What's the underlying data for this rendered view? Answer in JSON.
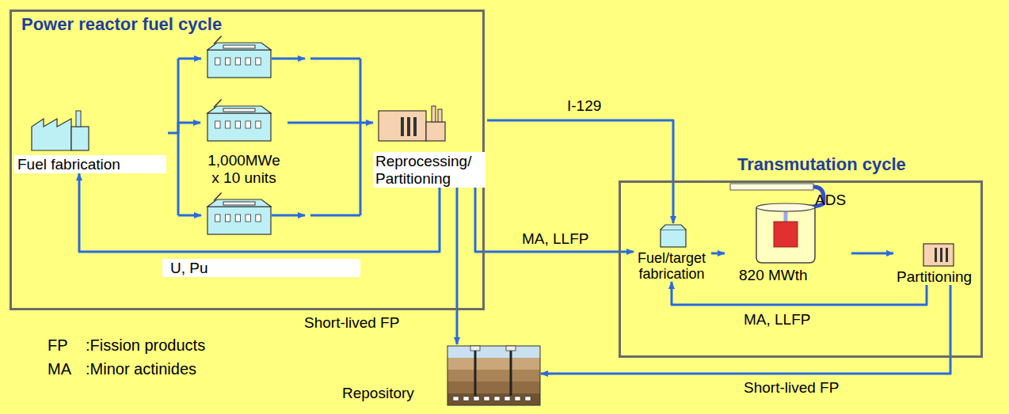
{
  "diagram": {
    "nodes": [
      {
        "text": [
          "Power reactor fuel cycle"
        ]
      },
      {
        "text": [
          "Fuel fabrication"
        ],
        "in": 0
      },
      {
        "text": [
          "1,000MWe x 10 units"
        ],
        "in": 0
      },
      {
        "text": [
          "Reprocessing/ Partitioning"
        ],
        "in": 0
      },
      {
        "text": [
          "Transmutation cycle"
        ]
      },
      {
        "text": [
          "Fuel/target fabrication"
        ],
        "in": 4
      },
      {
        "text": [
          "ADS",
          "820 MWth"
        ],
        "in": 4
      },
      {
        "text": [
          "Partitioning"
        ],
        "in": 4
      },
      {
        "text": [
          "Repository"
        ]
      }
    ],
    "edges": [
      {
        "from": 1,
        "to": 2,
        "arrow": "to"
      },
      {
        "from": 2,
        "to": 3,
        "arrow": "to"
      },
      {
        "from": 3,
        "to": 1,
        "label": "U, Pu",
        "arrow": "to"
      },
      {
        "from": 3,
        "to": 5,
        "label": "I-129",
        "arrow": "to"
      },
      {
        "from": 3,
        "to": 5,
        "label": "MA, LLFP",
        "arrow": "to"
      },
      {
        "from": 3,
        "to": 8,
        "label": "Short-lived FP",
        "arrow": "to"
      },
      {
        "from": 5,
        "to": 6,
        "arrow": "to"
      },
      {
        "from": 6,
        "to": 7,
        "arrow": "to"
      },
      {
        "from": 7,
        "to": 5,
        "label": "MA, LLFP",
        "arrow": "to"
      },
      {
        "from": 7,
        "to": 8,
        "label": "Short-lived FP",
        "arrow": "to"
      }
    ],
    "labels": [
      "FP",
      ":Fission products",
      "MA",
      ":Minor actinides"
    ]
  }
}
